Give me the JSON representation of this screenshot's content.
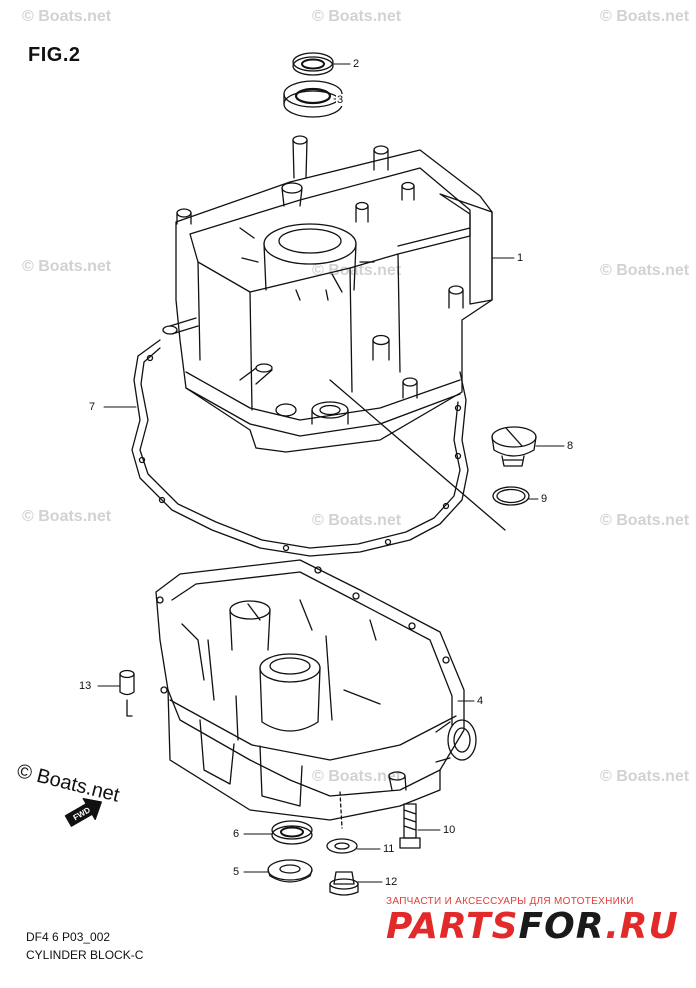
{
  "figure": {
    "title": "FIG.2",
    "diagram_code": "DF4 6 P03_002",
    "caption": "CYLINDER BLOCK-C"
  },
  "watermark": {
    "text": "© Boats.net",
    "prominent_text": "© Boats.net",
    "color": "#d2d2d2"
  },
  "badge": {
    "fwd_label": "FWD",
    "icon": "fwd-arrow-icon"
  },
  "advert": {
    "tagline": "ЗАПЧАСТИ И АКСЕССУАРЫ ДЛЯ МОТОТЕХНИКИ",
    "logo_part1": "PARTS",
    "logo_part2": "FOR",
    "logo_part3": ".RU",
    "accent_color": "#e22a2a"
  },
  "callouts": [
    {
      "id": "c2",
      "label": "2"
    },
    {
      "id": "c3",
      "label": "3"
    },
    {
      "id": "c1",
      "label": "1"
    },
    {
      "id": "c7",
      "label": "7"
    },
    {
      "id": "c8",
      "label": "8"
    },
    {
      "id": "c9",
      "label": "9"
    },
    {
      "id": "c13",
      "label": "13"
    },
    {
      "id": "c4",
      "label": "4"
    },
    {
      "id": "c10",
      "label": "10"
    },
    {
      "id": "c6",
      "label": "6"
    },
    {
      "id": "c11",
      "label": "11"
    },
    {
      "id": "c5",
      "label": "5"
    },
    {
      "id": "c12",
      "label": "12"
    }
  ]
}
